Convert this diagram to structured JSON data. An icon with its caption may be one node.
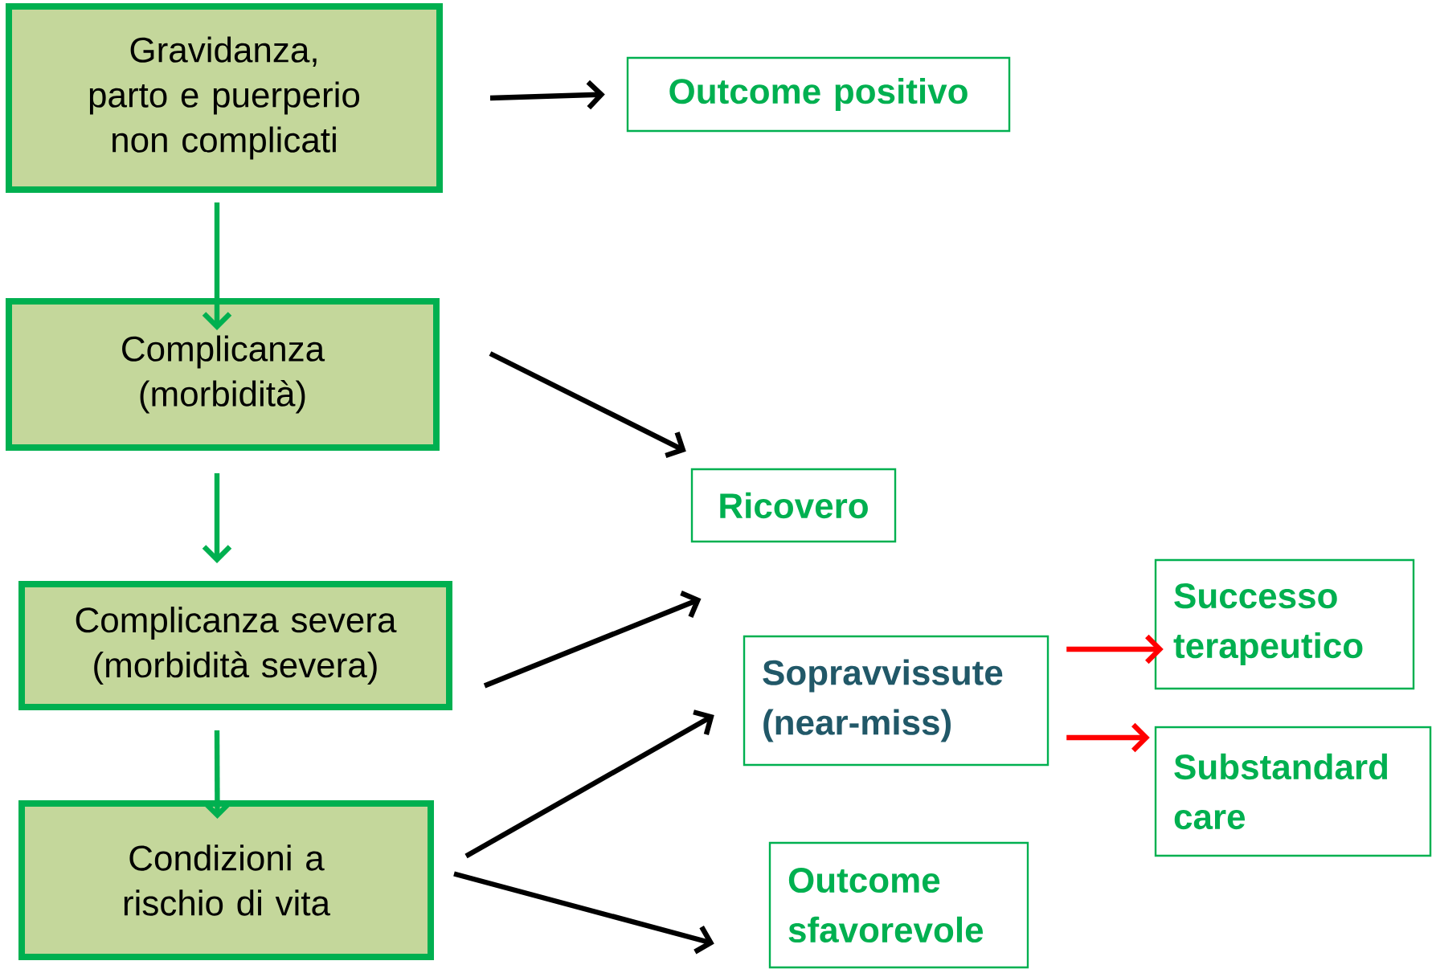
{
  "diagram": {
    "nodes": [
      {
        "text": [
          "Gravidanza, parto e puerperio non complicati"
        ]
      },
      {
        "text": [
          "Outcome positivo"
        ]
      },
      {
        "text": [
          "Complicanza (morbidità)"
        ]
      },
      {
        "text": [
          "Ricovero"
        ]
      },
      {
        "text": [
          "Complicanza severa (morbidità severa)"
        ]
      },
      {
        "text": [
          "Condizioni a rischio di vita"
        ]
      },
      {
        "text": [
          "Sopravvissute (near-miss)"
        ]
      },
      {
        "text": [
          "Successo terapeutico"
        ]
      },
      {
        "text": [
          "Substandard care"
        ]
      },
      {
        "text": [
          "Outcome sfavorevole"
        ]
      }
    ],
    "edges": [
      {
        "from": 0,
        "to": 1,
        "arrow": "to"
      },
      {
        "from": 0,
        "to": 2,
        "arrow": "to",
        "color": "#00b050"
      },
      {
        "from": 2,
        "to": 4,
        "arrow": "to",
        "color": "#00b050"
      },
      {
        "from": 4,
        "to": 5,
        "arrow": "to",
        "color": "#00b050"
      },
      {
        "from": 2,
        "to": 3,
        "arrow": "to"
      },
      {
        "from": 4,
        "to": 3,
        "arrow": "to"
      },
      {
        "from": 5,
        "to": 6,
        "arrow": "to"
      },
      {
        "from": 5,
        "to": 9,
        "arrow": "to"
      },
      {
        "from": 6,
        "to": 7,
        "arrow": "to",
        "color": "#ff0000"
      },
      {
        "from": 6,
        "to": 8,
        "arrow": "to",
        "color": "#ff0000"
      }
    ]
  }
}
